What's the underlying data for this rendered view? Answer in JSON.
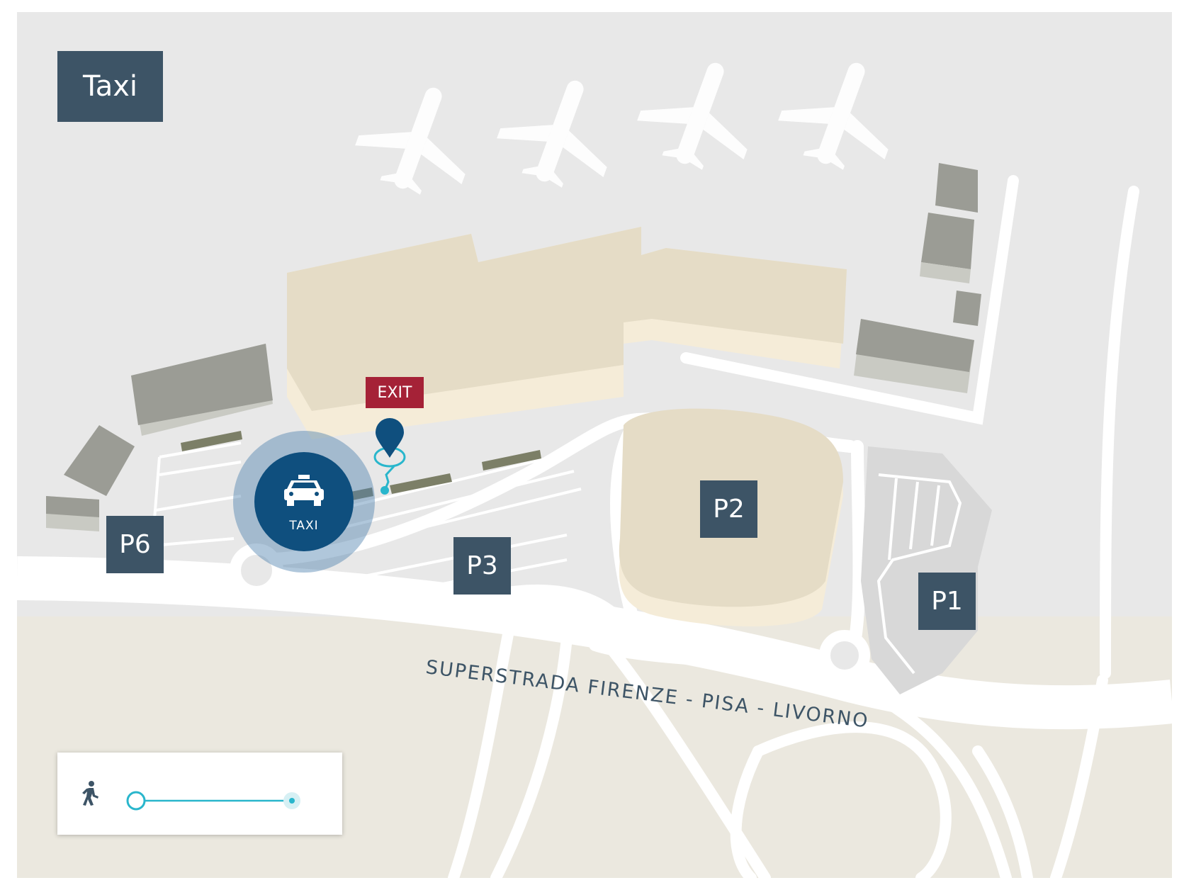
{
  "title": "Taxi",
  "markers": {
    "exit_label": "EXIT",
    "taxi_label": "TAXI"
  },
  "parking": {
    "p1": "P1",
    "p2": "P2",
    "p3": "P3",
    "p6": "P6"
  },
  "road_label": "SUPERSTRADA FIRENZE - PISA - LIVORNO",
  "legend": {
    "walk_icon": "walking-person-icon",
    "route_line": "walking-route-line"
  },
  "colors": {
    "label_box": "#3d5466",
    "exit_box": "#a52237",
    "taxi_marker": "#0f4f7e",
    "route": "#29b6cc",
    "terminal": "#e5dcc6",
    "buildings": "#9b9c95",
    "ground": "#e8e8e8",
    "fields": "#ebe8df"
  }
}
